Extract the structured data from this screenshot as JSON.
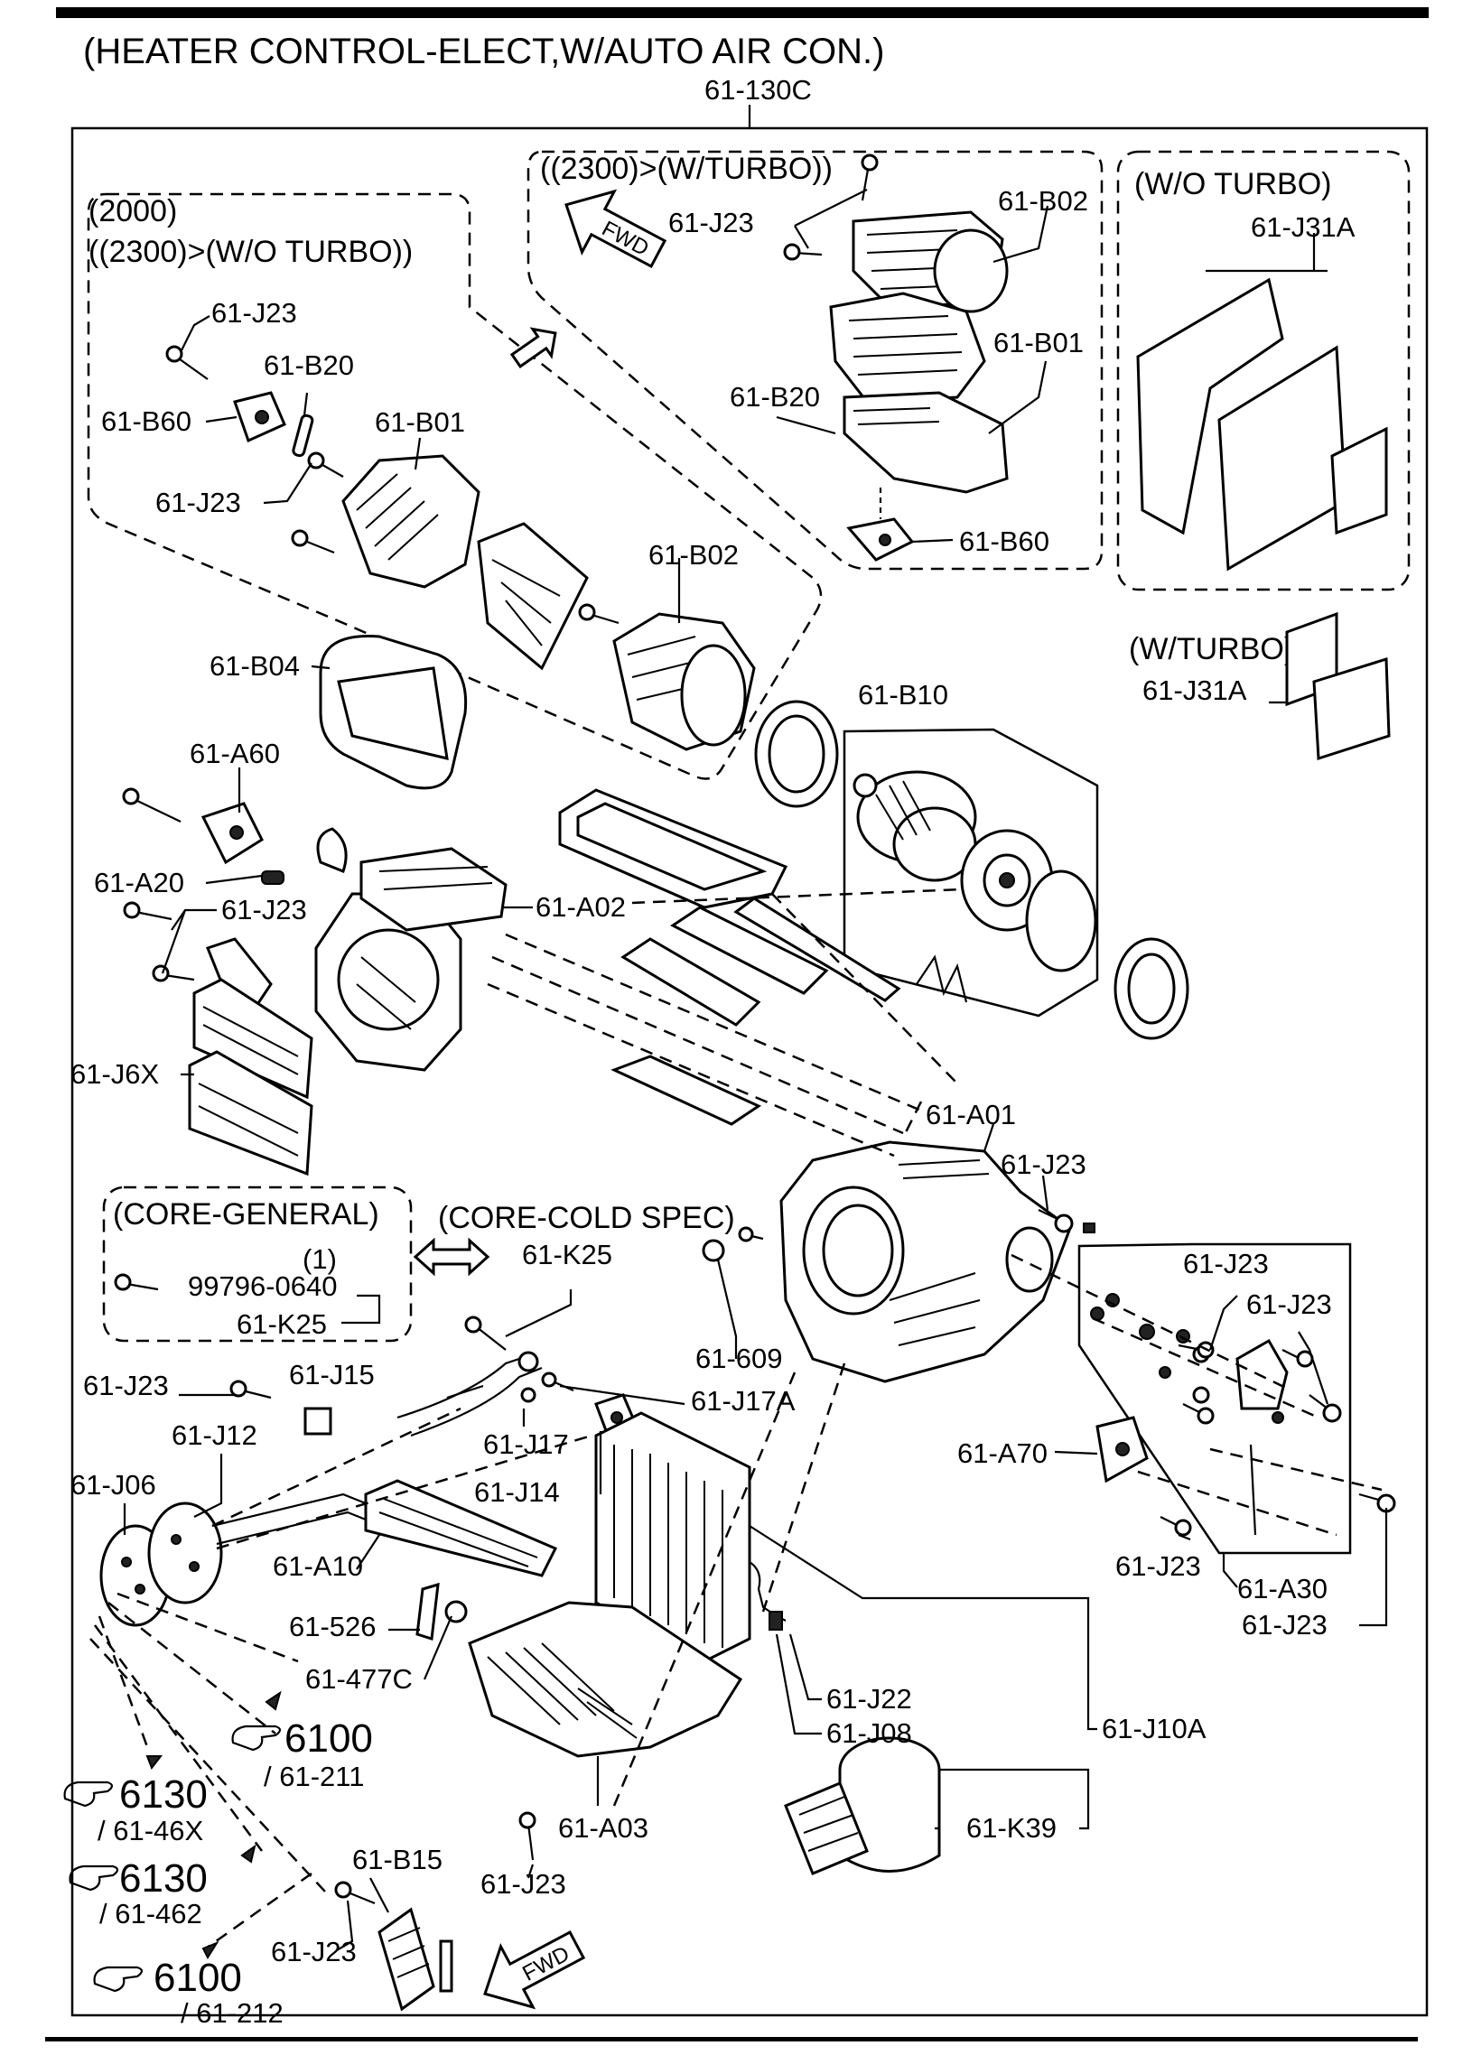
{
  "title": "(HEATER CONTROL-ELECT,W/AUTO AIR CON.)",
  "assembly": "61-130C",
  "sections": {
    "left_variant_1": "(2000)",
    "left_variant_2": "((2300)>(W/O TURBO))",
    "top_variant": "((2300)>(W/TURBO))",
    "wo_turbo": "(W/O TURBO)",
    "w_turbo": "(W/TURBO)",
    "core_general": "(CORE-GENERAL)",
    "core_cold": "(CORE-COLD SPEC)",
    "fwd": "FWD"
  },
  "labels": {
    "j23_a": "61-J23",
    "b20_a": "61-B20",
    "b60_a": "61-B60",
    "b01_a": "61-B01",
    "j23_b": "61-J23",
    "j23_top": "61-J23",
    "b02_top": "61-B02",
    "b01_top": "61-B01",
    "b20_top": "61-B20",
    "b60_top": "61-B60",
    "j31a_top": "61-J31A",
    "j31a_bot": "61-J31A",
    "b02_mid": "61-B02",
    "b04": "61-B04",
    "b10": "61-B10",
    "a60": "61-A60",
    "a20": "61-A20",
    "j23_c": "61-J23",
    "a02": "61-A02",
    "j6x": "61-J6X",
    "a01": "61-A01",
    "j23_d": "61-J23",
    "core_qty": "(1)",
    "core_part": "99796-0640",
    "core_k25": "61-K25",
    "k25": "61-K25",
    "j23_e": "61-J23",
    "j23_f": "61-J23",
    "j23_g": "61-J23",
    "j15": "61-J15",
    "j17a": "61-J17A",
    "n609": "61-609",
    "j17": "61-J17",
    "j12": "61-J12",
    "j14": "61-J14",
    "j06": "61-J06",
    "a70": "61-A70",
    "a10": "61-A10",
    "j23_h": "61-J23",
    "a30": "61-A30",
    "j23_i": "61-J23",
    "n526": "61-526",
    "n477c": "61-477C",
    "j22": "61-J22",
    "j08": "61-J08",
    "j10a": "61-J10A",
    "a03": "61-A03",
    "k39": "61-K39",
    "j23_j": "61-J23",
    "b15": "61-B15",
    "j23_k": "61-J23"
  },
  "references": [
    {
      "number": "6100",
      "part": "/ 61-211"
    },
    {
      "number": "6130",
      "part": "/ 61-46X"
    },
    {
      "number": "6130",
      "part": "/ 61-462"
    },
    {
      "number": "6100",
      "part": "/ 61-212"
    }
  ]
}
